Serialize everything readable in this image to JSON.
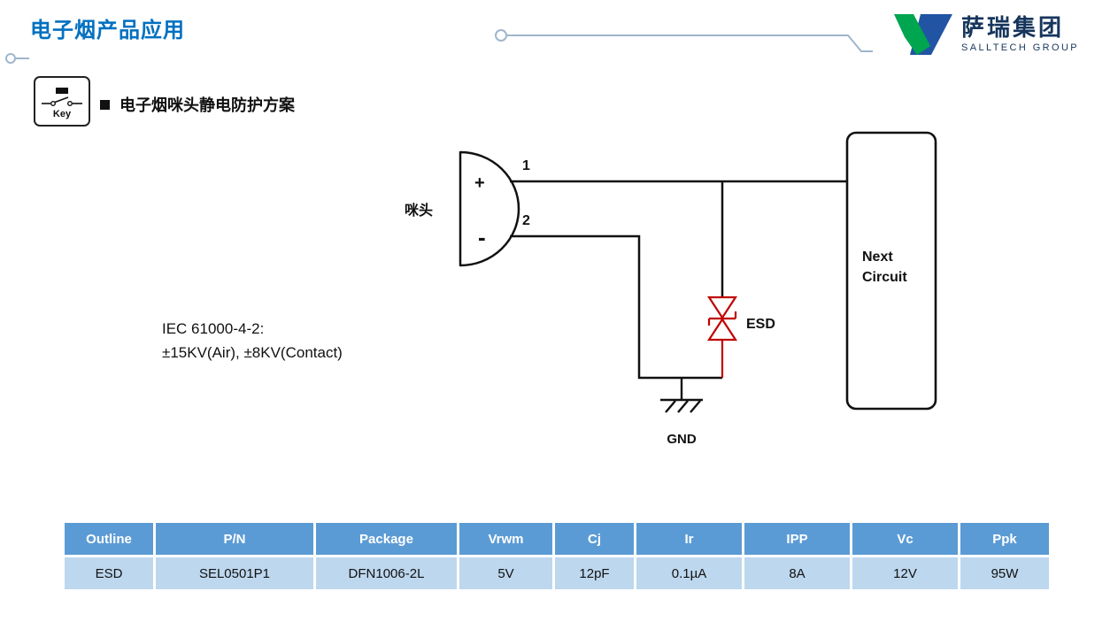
{
  "header": {
    "title": "电子烟产品应用",
    "logo": {
      "company": "萨瑞集团",
      "group": "SALLTECH GROUP"
    }
  },
  "key_badge": {
    "label": "Key"
  },
  "section": {
    "heading": "电子烟咪头静电防护方案"
  },
  "diagram": {
    "mic_label": "咪头",
    "pin1": "1",
    "pin2": "2",
    "plus": "+",
    "minus": "-",
    "esd_label": "ESD",
    "gnd_label": "GND",
    "next_circuit_line1": "Next",
    "next_circuit_line2": "Circuit",
    "iec_line1": "IEC 61000-4-2:",
    "iec_line2": "±15KV(Air), ±8KV(Contact)"
  },
  "table": {
    "headers": [
      "Outline",
      "P/N",
      "Package",
      "Vrwm",
      "Cj",
      "Ir",
      "IPP",
      "Vc",
      "Ppk"
    ],
    "rows": [
      [
        "ESD",
        "SEL0501P1",
        "DFN1006-2L",
        "5V",
        "12pF",
        "0.1µA",
        "8A",
        "12V",
        "95W"
      ]
    ]
  },
  "colors": {
    "accent_blue": "#0070C0",
    "table_header_bg": "#5B9BD5",
    "table_row_bg": "#BDD7EE",
    "esd_red": "#C00000",
    "logo_navy": "#17365D",
    "logo_green": "#00A550",
    "logo_blue": "#2155A3"
  }
}
